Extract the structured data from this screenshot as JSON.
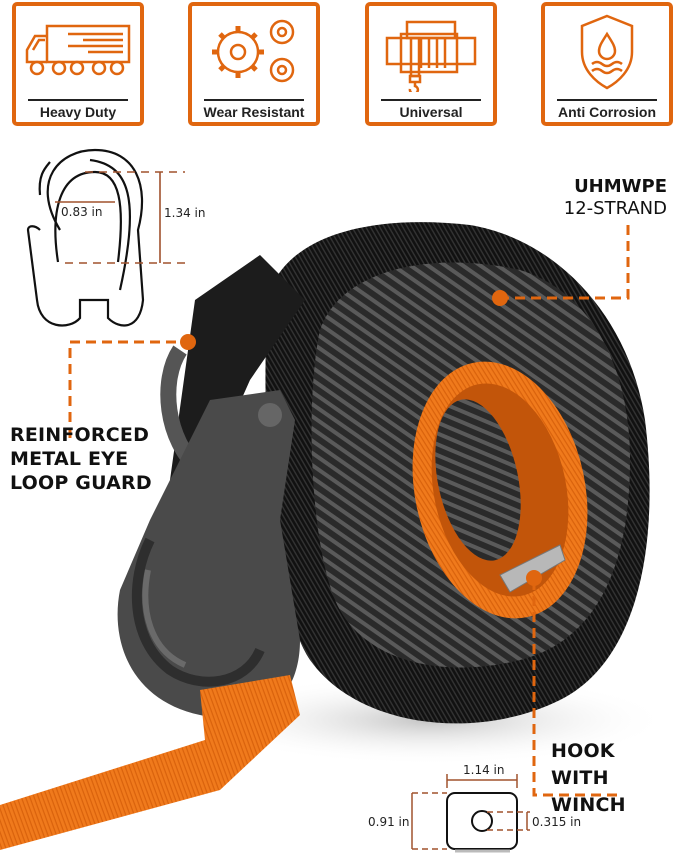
{
  "features": [
    {
      "label": "Heavy Duty",
      "icon": "truck-icon"
    },
    {
      "label": "Wear Resistant",
      "icon": "gears-icon"
    },
    {
      "label": "Universal",
      "icon": "winch-icon"
    },
    {
      "label": "Anti Corrosion",
      "icon": "shield-water-icon"
    }
  ],
  "thimble": {
    "inner_width": "0.83 in",
    "inner_height": "1.34 in"
  },
  "callouts": {
    "material_line1": "UHMWPE",
    "material_line2": "12-STRAND",
    "guard_line1": "REINFORCED",
    "guard_line2": "METAL EYE",
    "guard_line3": "LOOP GUARD",
    "hook_line1": "HOOK",
    "hook_line2": "WITH WINCH"
  },
  "lug": {
    "width": "1.14 in",
    "height": "0.91 in",
    "hole": "0.315 in"
  },
  "colors": {
    "accent": "#e0660f",
    "dim_line": "#a0522d",
    "rope": "#2b2b2b",
    "sleeve": "#f07a1c"
  }
}
